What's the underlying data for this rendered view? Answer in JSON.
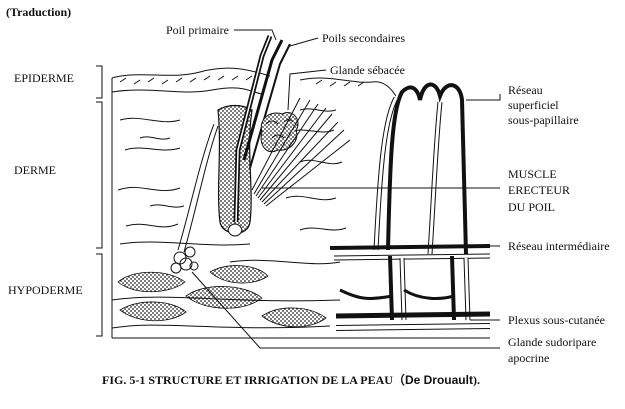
{
  "header": {
    "note": "(Traduction)"
  },
  "layers": {
    "epiderme": "EPIDERME",
    "derme": "DERME",
    "hypoderme": "HYPODERME"
  },
  "labels": {
    "poil_primaire": "Poil primaire",
    "poils_secondaires": "Poils secondaires",
    "glande_sebacee": "Glande sébacée",
    "reseau_sup_1": "Réseau",
    "reseau_sup_2": "superficiel",
    "reseau_sup_3": "sous-papillaire",
    "muscle_1": "MUSCLE",
    "muscle_2": "ERECTEUR",
    "muscle_3": "DU POIL",
    "reseau_intermediaire": "Réseau intermédiaire",
    "plexus": "Plexus sous-cutanée",
    "glande_sudoripare_1": "Glande sudoripare",
    "glande_sudoripare_2": "apocrine"
  },
  "caption": {
    "main": "FIG. 5-1  STRUCTURE ET IRRIGATION DE LA PEAU（",
    "source": "De Drouault",
    "end": ")."
  }
}
